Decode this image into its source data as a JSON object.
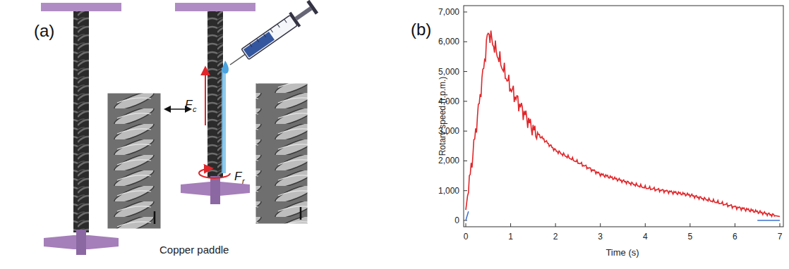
{
  "diagram": {
    "labels": [
      "(a)",
      "F",
      "c",
      "F",
      "r",
      "Copper paddle",
      "(b)",
      "7,000",
      "6,000",
      "5,000",
      "4,000",
      "3,000",
      "2,000",
      "1,000",
      "0",
      "Rotary speed (r.p.m.)",
      "0",
      "1",
      "2",
      "3",
      "4",
      "5",
      "6",
      "7",
      "Time (s)"
    ]
  }
}
